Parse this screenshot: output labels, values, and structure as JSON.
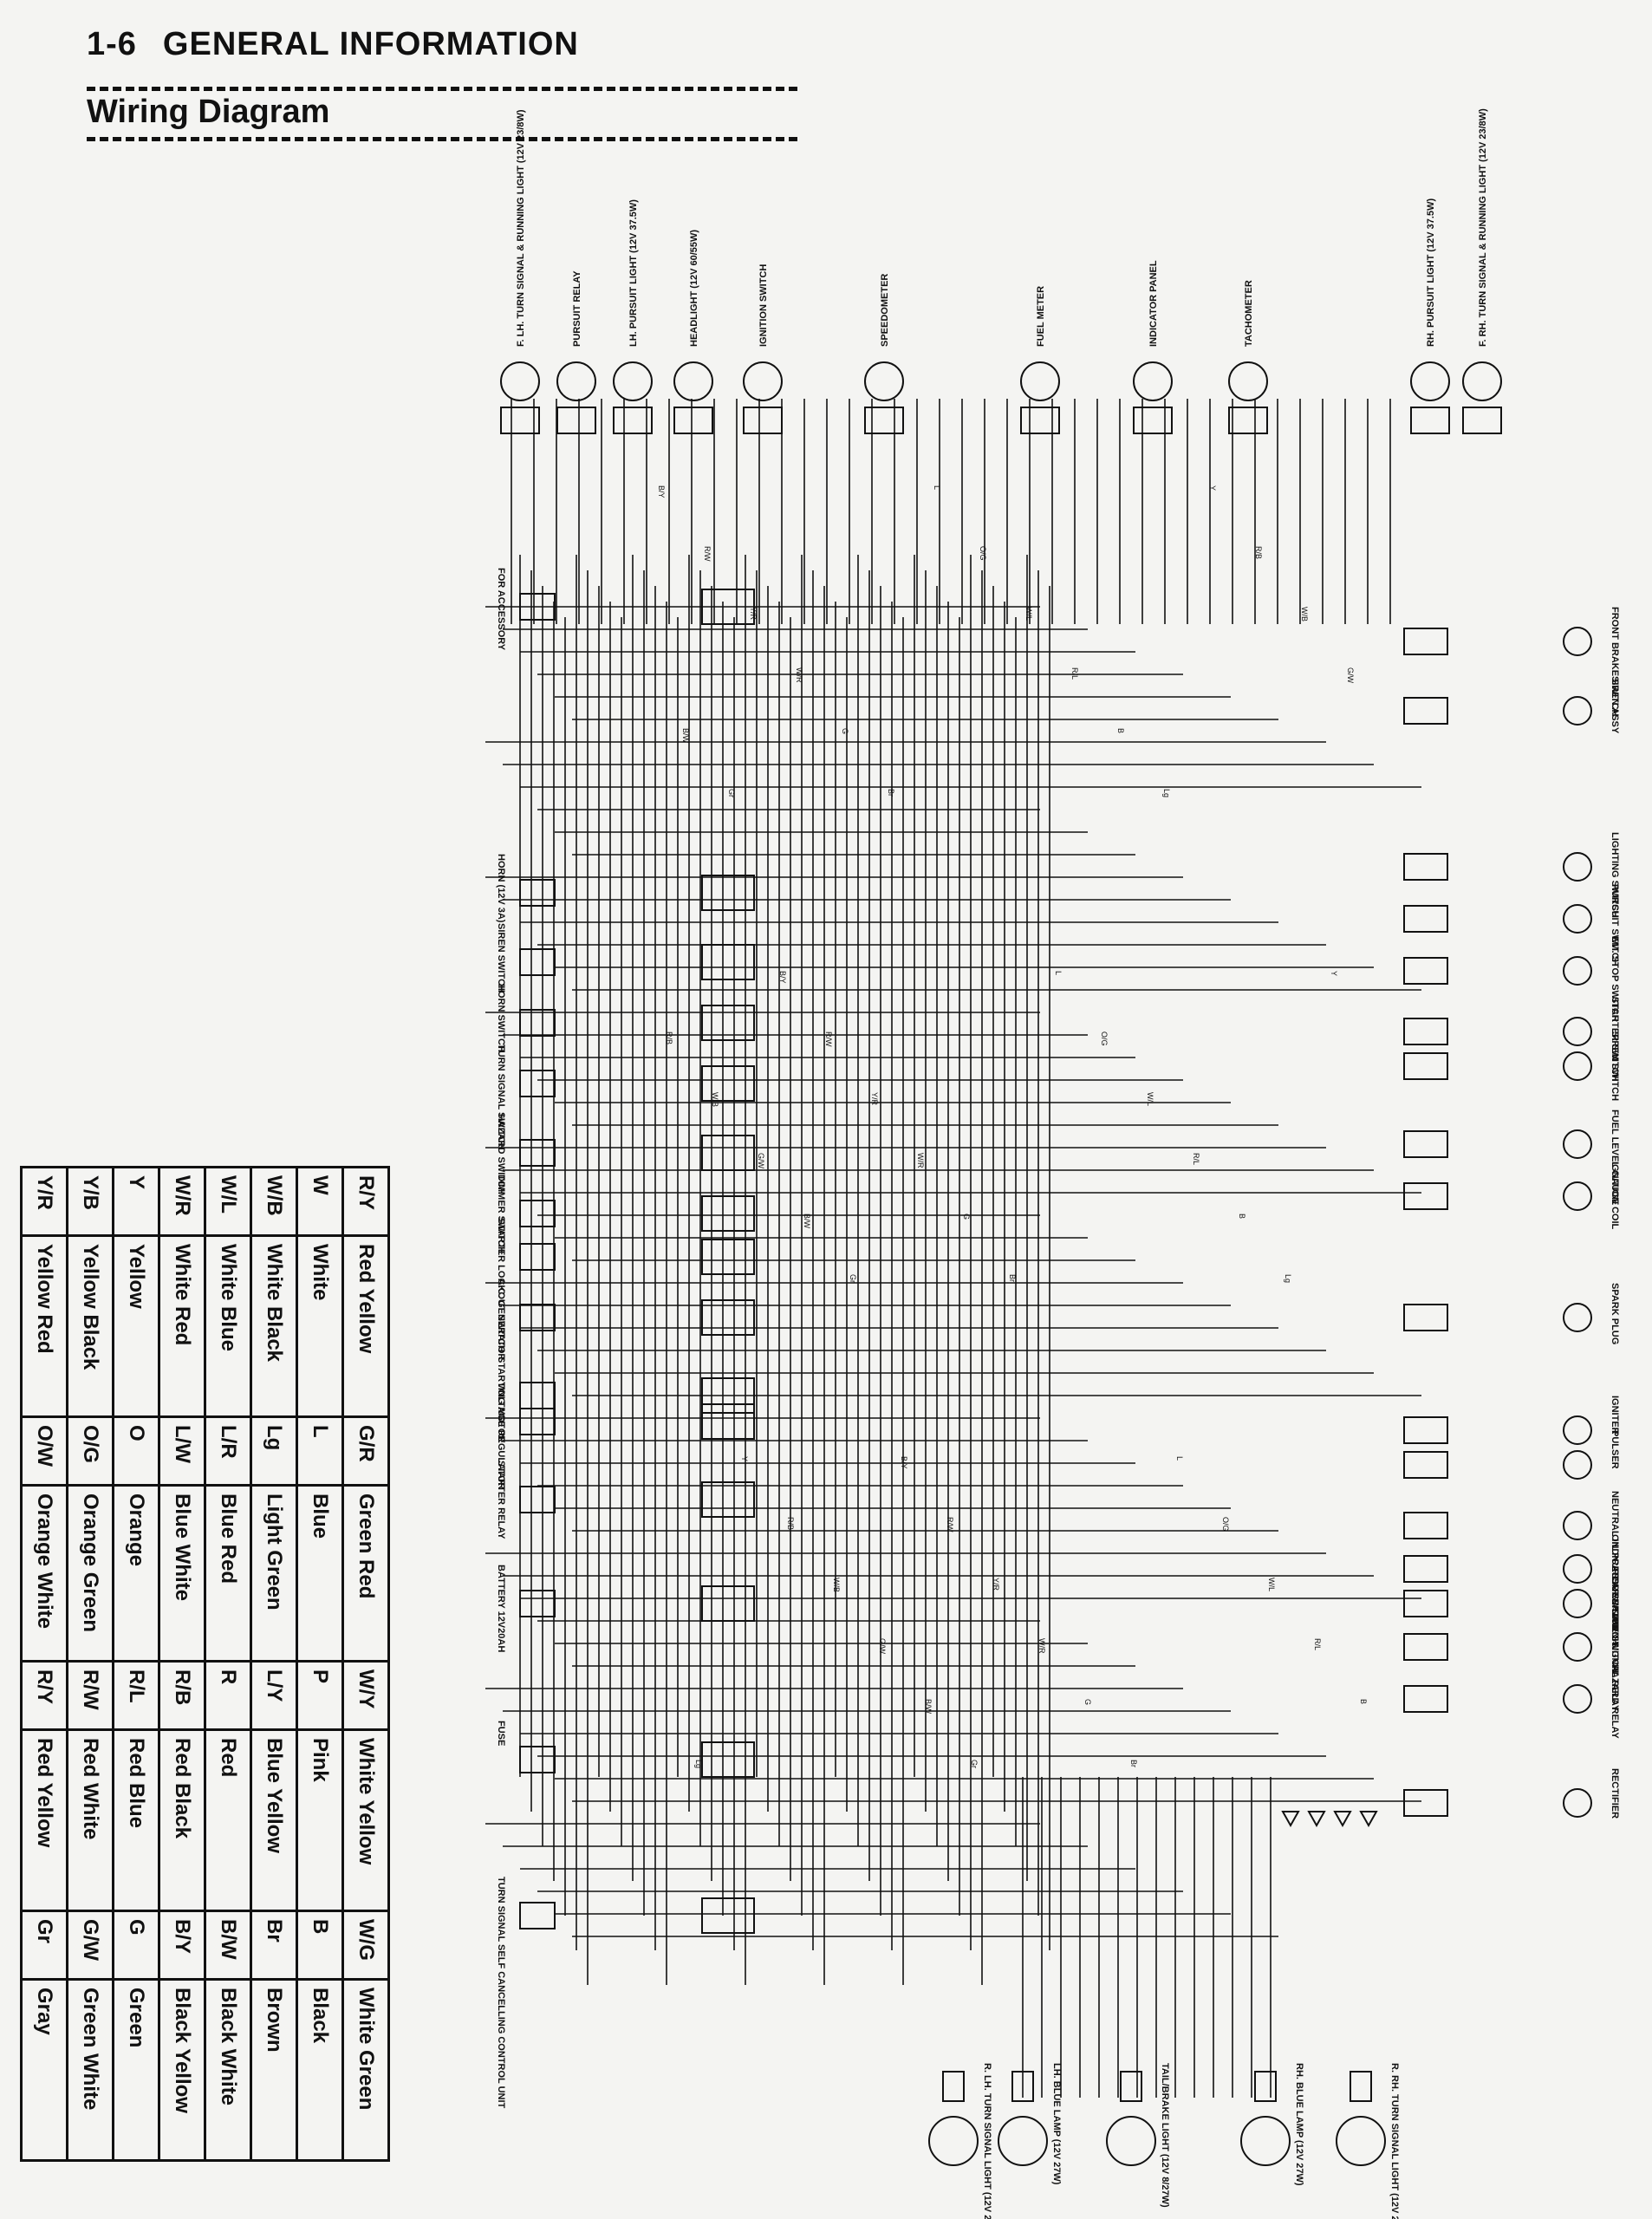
{
  "header": {
    "page_number": "1-6",
    "chapter": "GENERAL INFORMATION",
    "section": "Wiring Diagram"
  },
  "color_code": {
    "title": "COLOR CODE",
    "table1": [
      [
        "R/Y",
        "Red Yellow",
        "G/R",
        "Green Red"
      ],
      [
        "W",
        "White",
        "L",
        "Blue"
      ],
      [
        "W/B",
        "White Black",
        "Lg",
        "Light Green"
      ],
      [
        "W/L",
        "White Blue",
        "L/R",
        "Blue Red"
      ],
      [
        "W/R",
        "White Red",
        "L/W",
        "Blue White"
      ],
      [
        "Y",
        "Yellow",
        "O",
        "Orange"
      ],
      [
        "Y/B",
        "Yellow Black",
        "O/G",
        "Orange Green"
      ],
      [
        "Y/R",
        "Yellow Red",
        "O/W",
        "Orange White"
      ]
    ],
    "table2": [
      [
        "W/Y",
        "White Yellow",
        "W/G",
        "White Green"
      ],
      [
        "P",
        "Pink",
        "B",
        "Black"
      ],
      [
        "L/Y",
        "Blue Yellow",
        "Br",
        "Brown"
      ],
      [
        "R",
        "Red",
        "B/W",
        "Black White"
      ],
      [
        "R/B",
        "Red Black",
        "B/Y",
        "Black Yellow"
      ],
      [
        "R/L",
        "Red Blue",
        "G",
        "Green"
      ],
      [
        "R/W",
        "Red White",
        "G/W",
        "Green White"
      ],
      [
        "R/Y",
        "Red Yellow",
        "Gr",
        "Gray"
      ]
    ]
  },
  "components": {
    "top": [
      "F. LH. TURN SIGNAL & RUNNING LIGHT (12V 23/8W)",
      "PURSUIT RELAY",
      "LH. PURSUIT LIGHT (12V 37.5W)",
      "HEADLIGHT (12V 60/55W)",
      "IGNITION SWITCH",
      "SPEEDOMETER",
      "FUEL METER",
      "INDICATOR PANEL",
      "TACHOMETER",
      "RH. PURSUIT LIGHT (12V 37.5W)",
      "F. RH. TURN SIGNAL & RUNNING LIGHT (12V 23/8W)"
    ],
    "left": [
      "FOR ACCESSORY",
      "HORN (12V 3A)",
      "SIREN SWITCH",
      "HORN SWITCH",
      "TURN SIGNAL SWITCH",
      "HAZARD SWITCH",
      "DIMMER SWITCH",
      "STARTER LOCKOUT SWITCH",
      "A.C. GENERATOR",
      "STARTING MOTOR",
      "VOLTAGE REGULATOR",
      "STARTER RELAY",
      "BATTERY 12V20AH",
      "FUSE",
      "TURN SIGNAL SELF CANCELLING CONTROL UNIT"
    ],
    "right": [
      "FRONT BRAKE SWITCH",
      "SIREN ASSY",
      "LIGHTING SWITCH",
      "PURSUIT SWITCH",
      "EM. STOP SWITCH",
      "STARTER SWITCH",
      "SIREN SWITCH",
      "FUEL LEVEL GAUGE",
      "IGNITION COIL",
      "SPARK PLUG",
      "IGNITER",
      "PULSER",
      "NEUTRAL INDICATOR SWITCH",
      "OIL PRESSURE SWITCH",
      "REAR BRAKE SWITCH",
      "TURN SIGNAL RELAY",
      "HAZARD RELAY",
      "RECTIFIER"
    ],
    "bottom": [
      "R. LH. TURN SIGNAL LIGHT (12V 23W)",
      "LH. BLUE LAMP (12V 27W)",
      "TAIL/BRAKE LIGHT (12V 8/27W)",
      "RH. BLUE LAMP (12V 27W)",
      "R. RH. TURN SIGNAL LIGHT (12V 23W)"
    ]
  },
  "wire_labels": [
    "B/Y",
    "R/W",
    "Y/R",
    "W/R",
    "G",
    "Br",
    "L",
    "O/G",
    "W/L",
    "R/L",
    "B",
    "Lg",
    "Y",
    "R/B",
    "W/B",
    "G/W",
    "B/W",
    "Gr"
  ]
}
